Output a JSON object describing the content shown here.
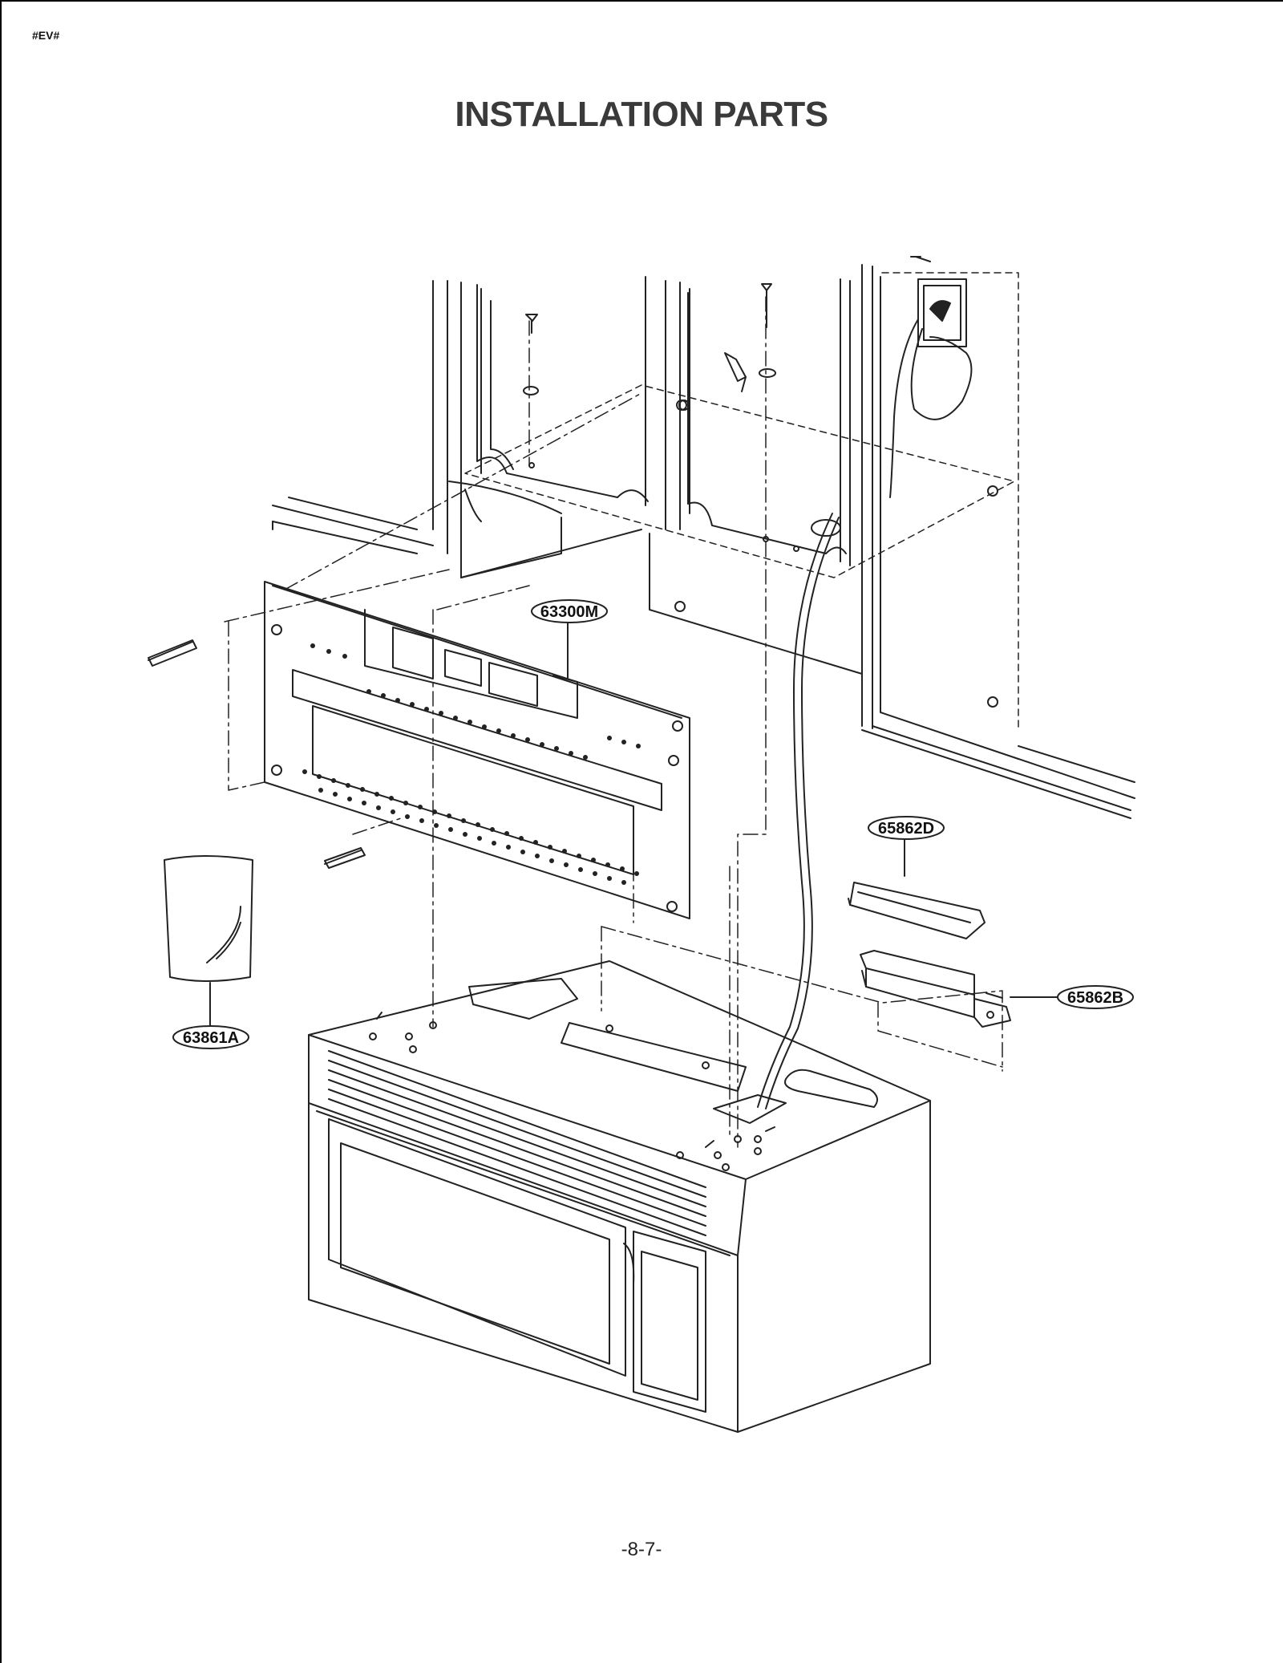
{
  "header": {
    "doc_code": "#EV#",
    "title": "INSTALLATION PARTS"
  },
  "callouts": {
    "mounting_plate": "63300M",
    "filter_bag": "63861A",
    "damper_cover": "65862D",
    "damper_box": "65862B"
  },
  "footer": {
    "page_number": "-8-7-"
  }
}
